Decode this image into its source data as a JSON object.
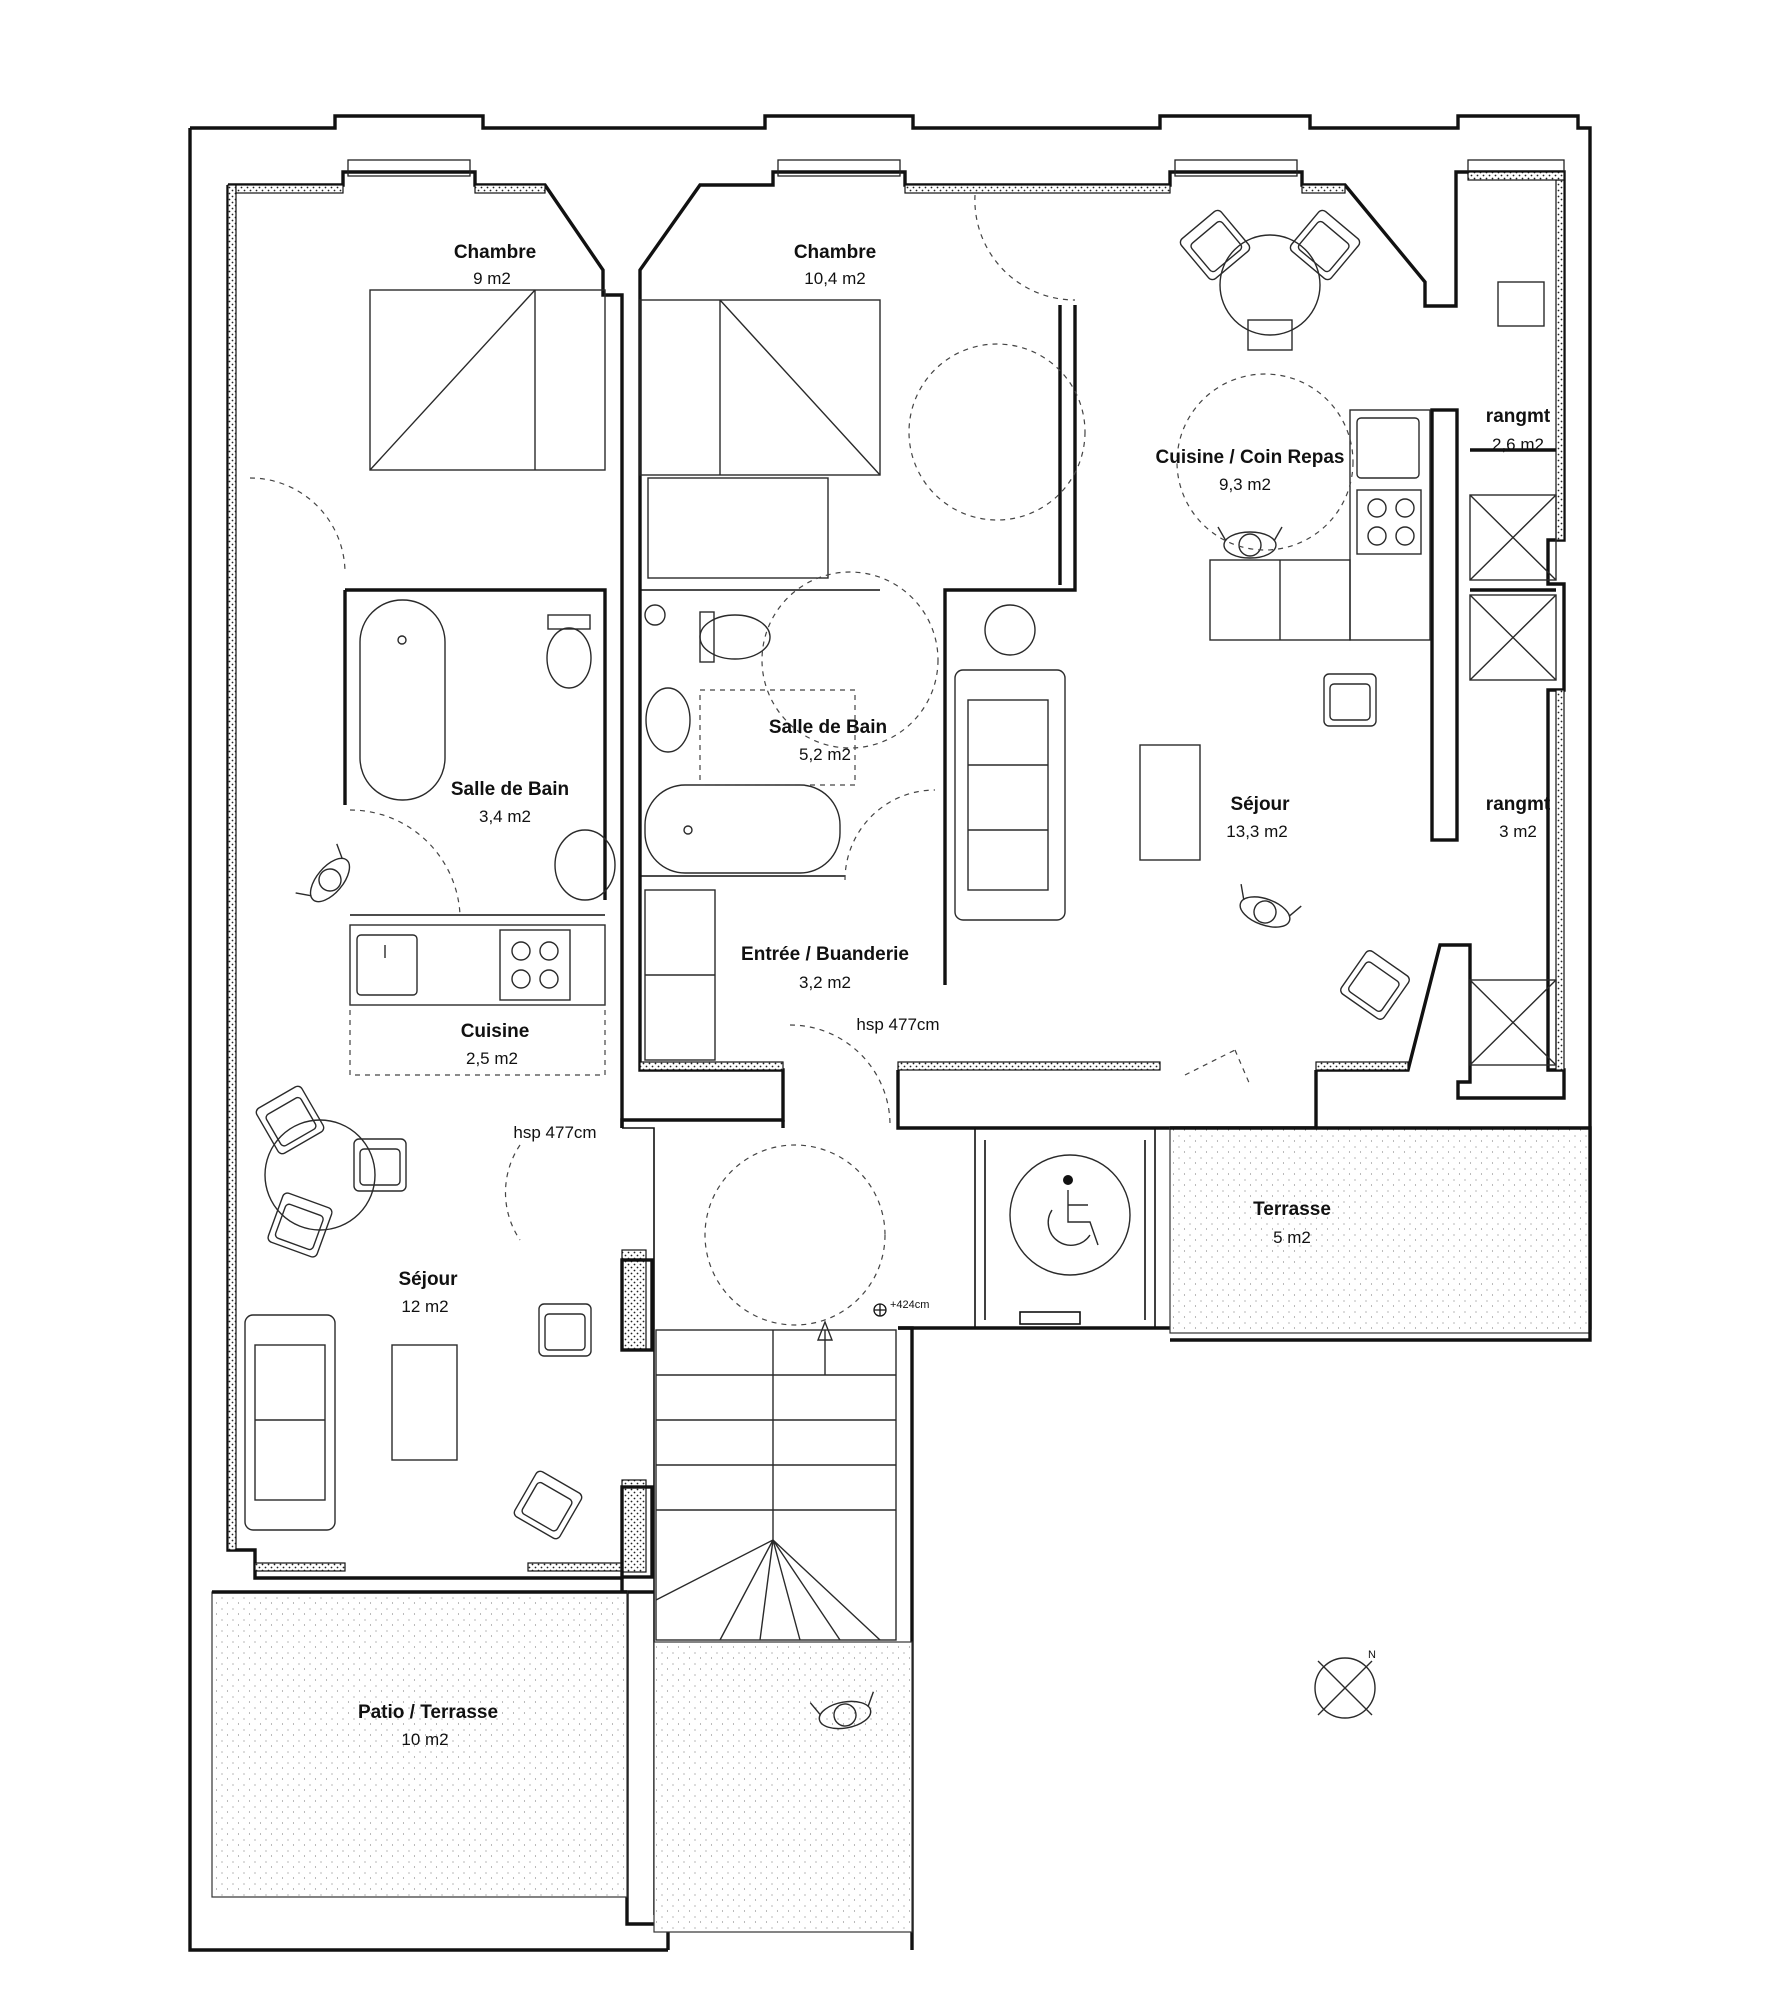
{
  "rooms": [
    {
      "id": "chambre-1",
      "name": "Chambre",
      "area": "9 m2"
    },
    {
      "id": "chambre-2",
      "name": "Chambre",
      "area": "10,4 m2"
    },
    {
      "id": "cuisine-coin-repas",
      "name": "Cuisine / Coin Repas",
      "area": "9,3 m2"
    },
    {
      "id": "rangmt-1",
      "name": "rangmt",
      "area": "2,6 m2"
    },
    {
      "id": "salle-de-bain-1",
      "name": "Salle de Bain",
      "area": "3,4 m2"
    },
    {
      "id": "salle-de-bain-2",
      "name": "Salle de Bain",
      "area": "5,2 m2"
    },
    {
      "id": "sejour-1",
      "name": "Séjour",
      "area": "13,3 m2"
    },
    {
      "id": "rangmt-2",
      "name": "rangmt",
      "area": "3 m2"
    },
    {
      "id": "entree-buanderie",
      "name": "Entrée / Buanderie",
      "area": "3,2 m2"
    },
    {
      "id": "cuisine-2",
      "name": "Cuisine",
      "area": "2,5 m2"
    },
    {
      "id": "sejour-2",
      "name": "Séjour",
      "area": "12 m2"
    },
    {
      "id": "terrasse",
      "name": "Terrasse",
      "area": "5 m2"
    },
    {
      "id": "patio-terrasse",
      "name": "Patio / Terrasse",
      "area": "10 m2"
    }
  ],
  "annotations": {
    "ceiling_height_1": "hsp 477cm",
    "ceiling_height_2": "hsp 477cm",
    "level_mark": "+424cm"
  },
  "north_arrow": {
    "label": "N",
    "icon": "north-arrow-icon"
  },
  "accessibility": {
    "icon": "wheelchair-icon"
  },
  "colors": {
    "line": "#111111",
    "background": "#ffffff"
  }
}
